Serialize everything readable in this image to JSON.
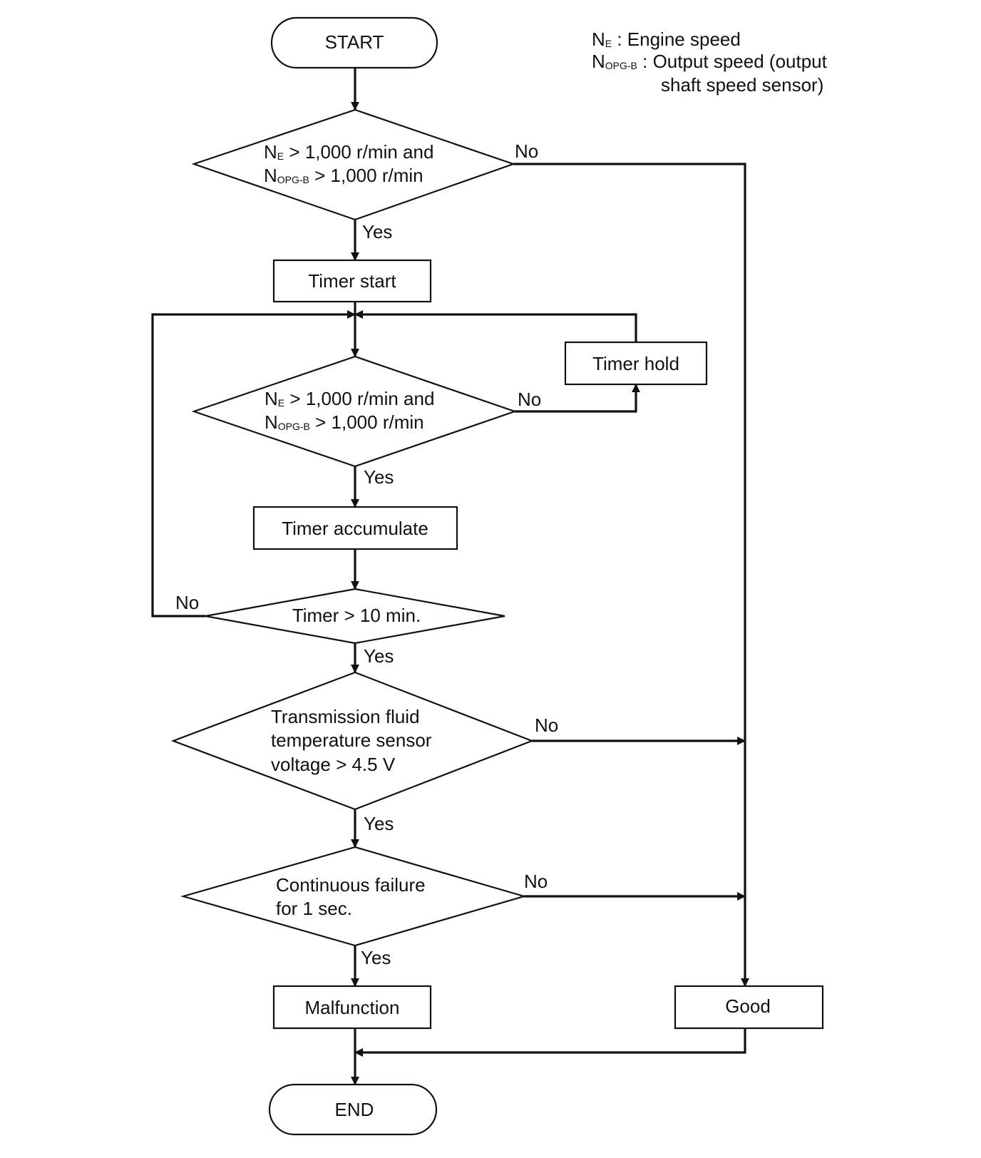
{
  "legend": {
    "ne_main": "N",
    "ne_sub": "E",
    "ne_desc": " : Engine speed",
    "nopg_main": "N",
    "nopg_sub": "OPG-B",
    "nopg_desc": " : Output speed (output",
    "nopg_desc2": "shaft speed sensor)"
  },
  "nodes": {
    "start": "START",
    "decision1": {
      "line1_n": "N",
      "line1_sub": "E",
      "line1_rest": " > 1,000 r/min and",
      "line2_n": "N",
      "line2_sub": "OPG-B",
      "line2_rest": " > 1,000 r/min"
    },
    "timer_start": "Timer start",
    "decision2": {
      "line1_n": "N",
      "line1_sub": "E",
      "line1_rest": " > 1,000 r/min and",
      "line2_n": "N",
      "line2_sub": "OPG-B",
      "line2_rest": " > 1,000 r/min"
    },
    "timer_hold": "Timer hold",
    "timer_accumulate": "Timer accumulate",
    "decision3": "Timer > 10 min.",
    "decision4": {
      "line1": "Transmission fluid",
      "line2": "temperature sensor",
      "line3": "voltage > 4.5 V"
    },
    "decision5": {
      "line1": "Continuous failure",
      "line2": "for 1 sec."
    },
    "malfunction": "Malfunction",
    "good": "Good",
    "end": "END"
  },
  "branch_labels": {
    "yes": "Yes",
    "no": "No"
  },
  "colors": {
    "stroke": "#111111",
    "background": "#ffffff"
  }
}
